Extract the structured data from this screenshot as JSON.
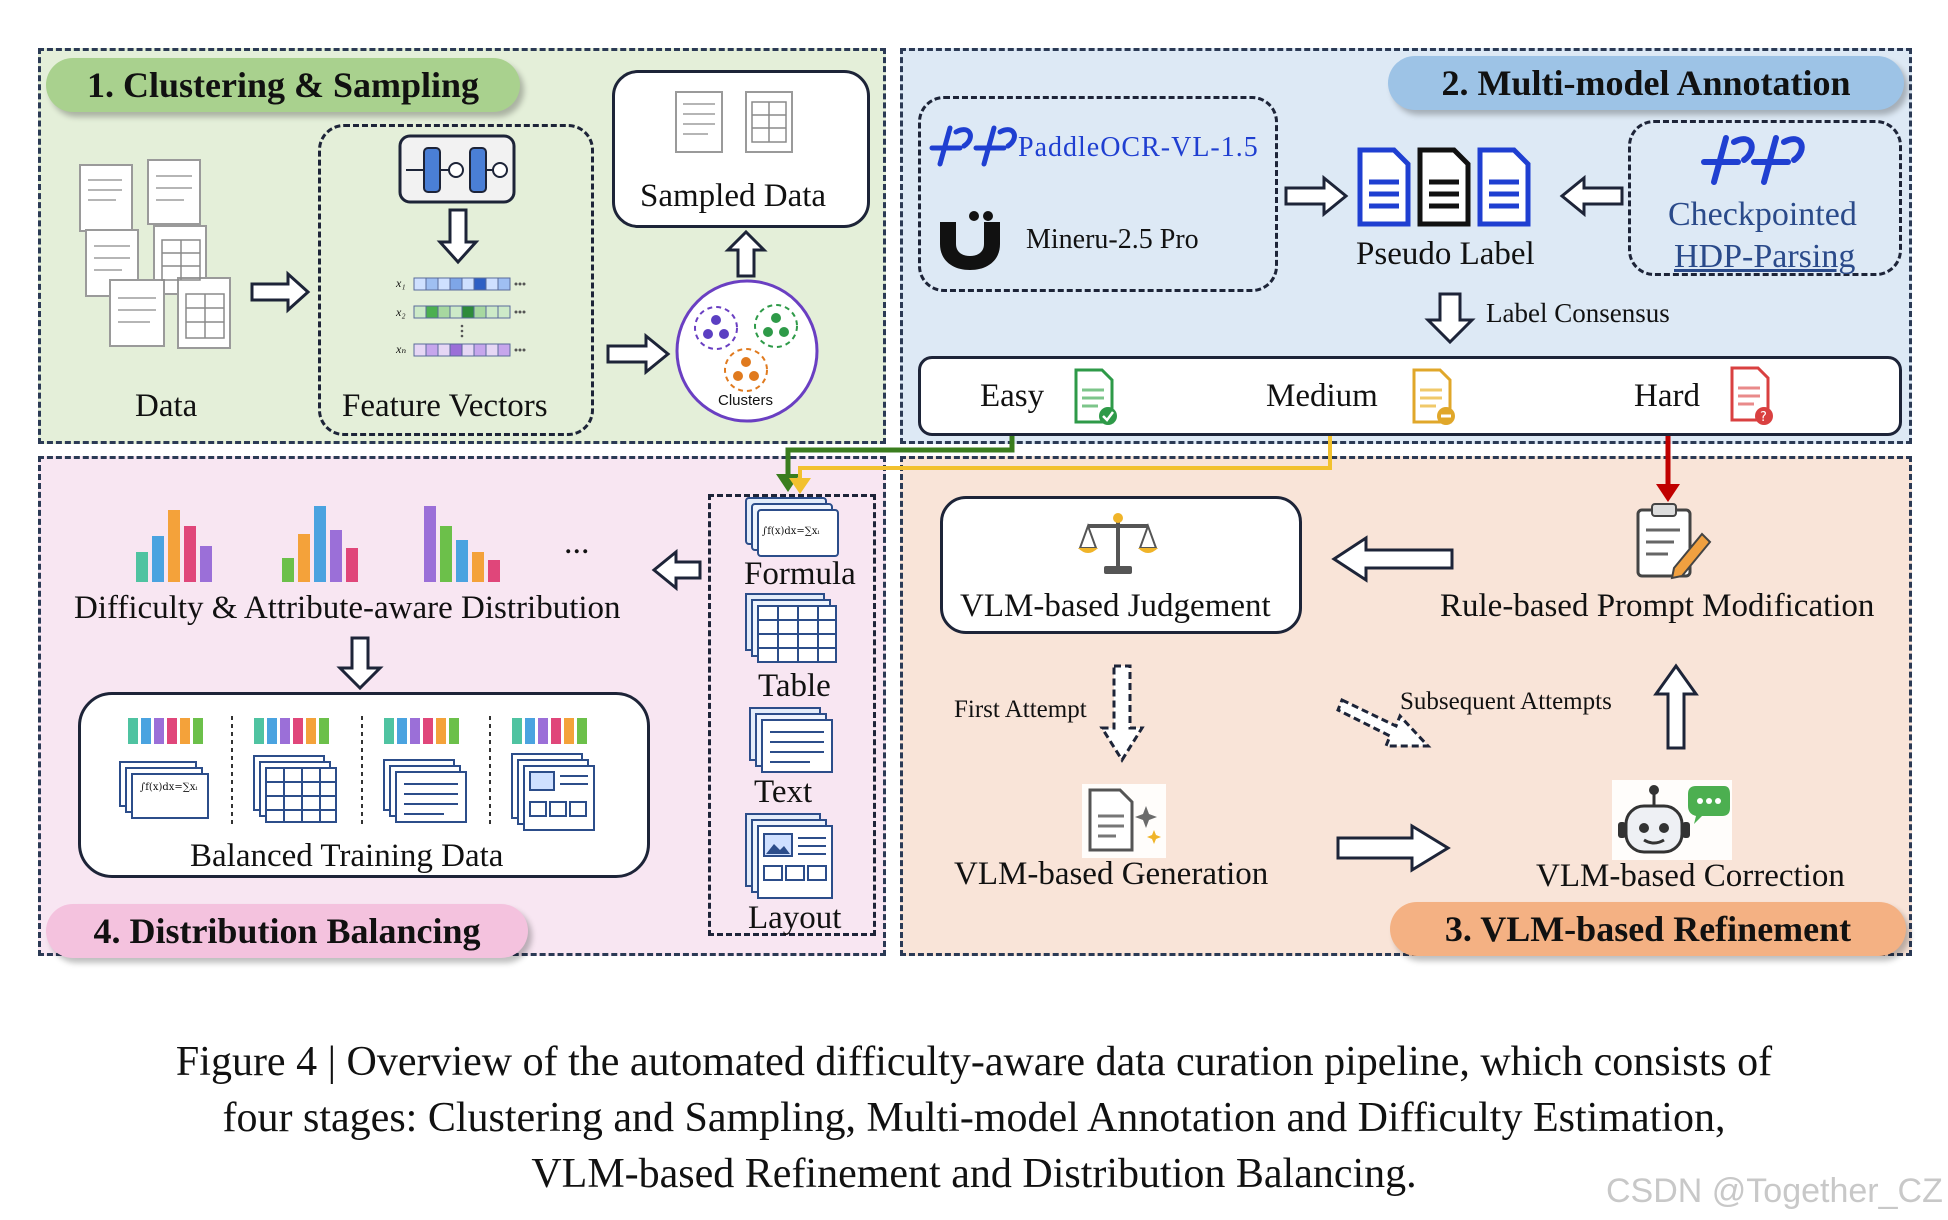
{
  "stages": {
    "s1": "1. Clustering & Sampling",
    "s2": "2. Multi-model Annotation",
    "s3": "3. VLM-based Refinement",
    "s4": "4. Distribution Balancing"
  },
  "stage1": {
    "data": "Data",
    "feature_vectors": "Feature Vectors",
    "sampled_data": "Sampled Data",
    "clusters": "Clusters",
    "vector_labels": [
      "x₁",
      "x₂",
      "xₙ"
    ]
  },
  "stage2": {
    "model_a": "PaddleOCR-VL-1.5",
    "model_b": "Mineru-2.5 Pro",
    "pseudo_label": "Pseudo Label",
    "checkpoint_line1": "Checkpointed",
    "checkpoint_line2": "HDP-Parsing",
    "consensus": "Label Consensus",
    "easy": "Easy",
    "medium": "Medium",
    "hard": "Hard"
  },
  "stage3": {
    "judgement": "VLM-based Judgement",
    "rule_prompt": "Rule-based Prompt Modification",
    "first_attempt": "First Attempt",
    "subsequent": "Subsequent Attempts",
    "generation": "VLM-based Generation",
    "correction": "VLM-based Correction"
  },
  "stage4": {
    "formula": "Formula",
    "table": "Table",
    "text": "Text",
    "layout": "Layout",
    "distribution": "Difficulty & Attribute-aware Distribution",
    "ellipsis": "...",
    "balanced": "Balanced Training Data",
    "formula_glyph": "∫f(x)dx=∑xᵢ"
  },
  "caption": {
    "line1": "Figure 4 | Overview of the automated difficulty-aware data curation pipeline, which consists of",
    "line2": "four stages: Clustering and Sampling, Multi-model Annotation and Difficulty Estimation,",
    "line3": "VLM-based Refinement and Distribution Balancing."
  },
  "watermark": "CSDN @Together_CZ",
  "colors": {
    "stage1_bg": "#e4efd9",
    "stage2_bg": "#dde9f5",
    "stage3_bg": "#f9e4d8",
    "stage4_bg": "#f8e6f2",
    "pill1": "#a9d18e",
    "pill2": "#9dc3e6",
    "pill3": "#f4b183",
    "pill4": "#f4c2de",
    "easy_arrow": "#3a7d1e",
    "medium_arrow": "#f2c12e",
    "hard_arrow": "#c00000",
    "paddle_blue": "#1f3fd1"
  }
}
